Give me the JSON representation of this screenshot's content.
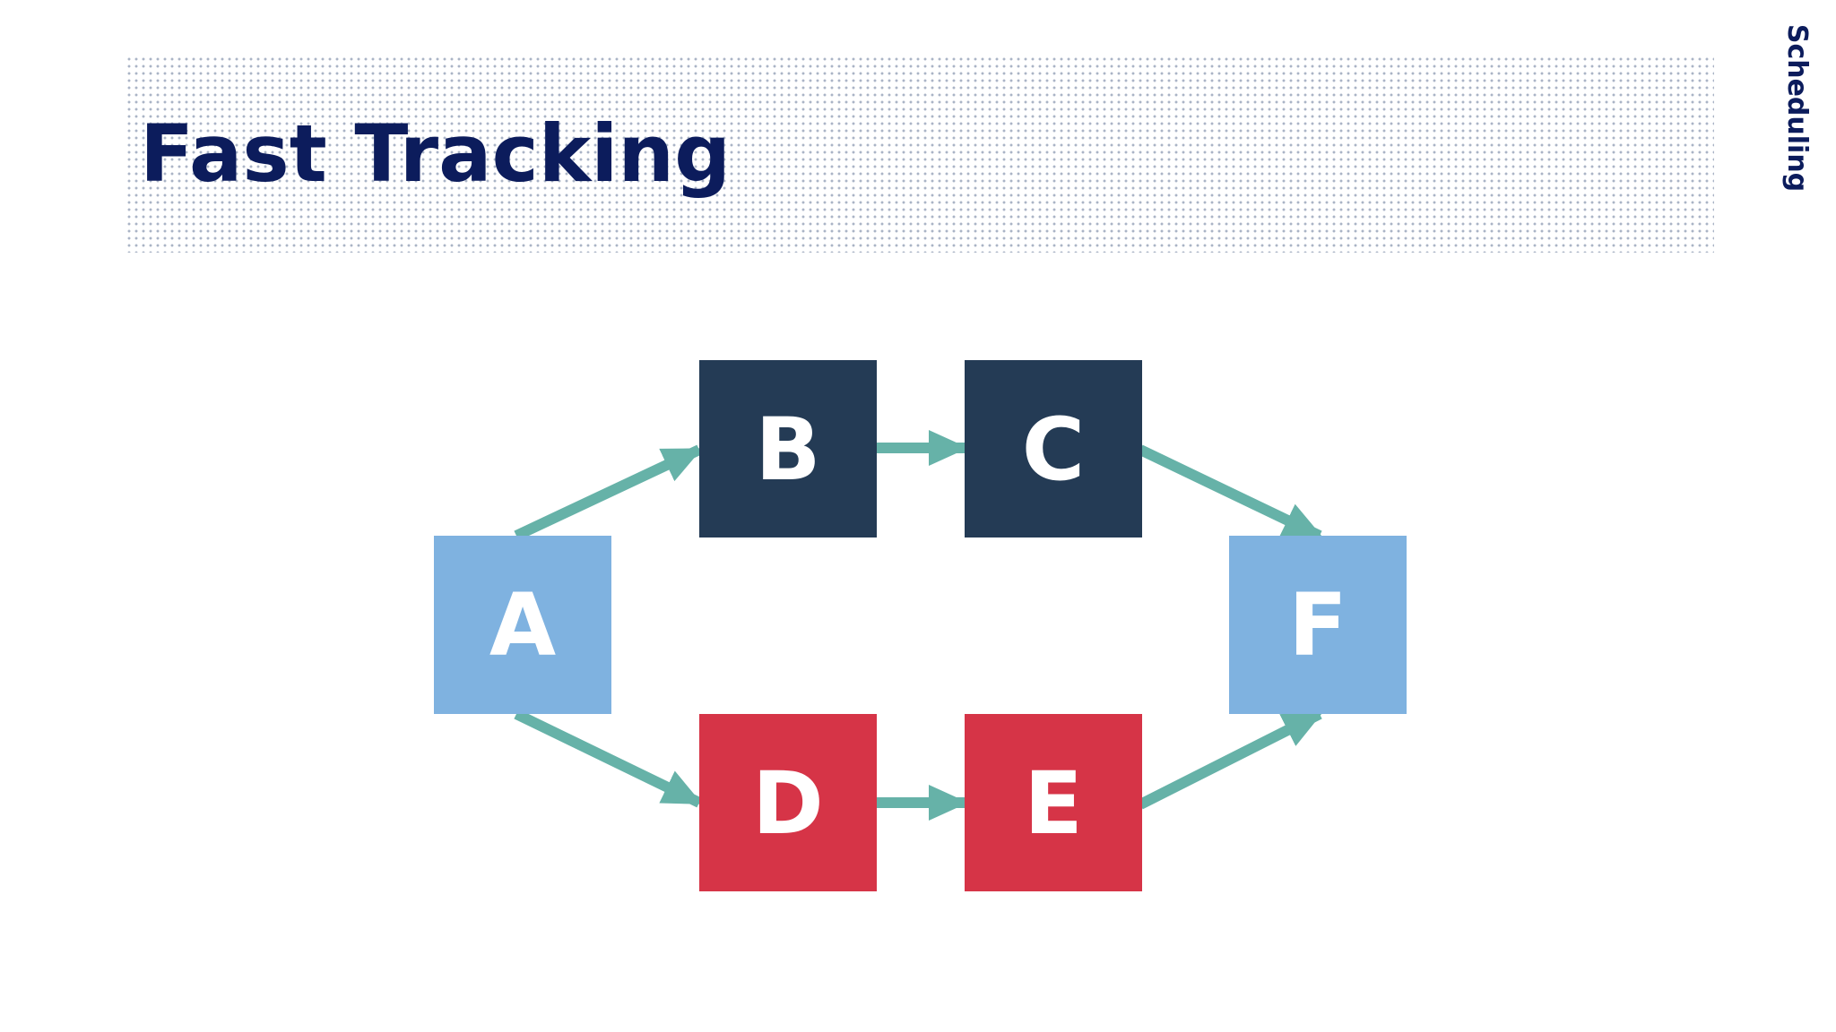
{
  "header": {
    "title": "Fast Tracking",
    "section": "Scheduling"
  },
  "diagram": {
    "nodes": [
      {
        "id": "A",
        "label": "A",
        "color": "#7fb2e0"
      },
      {
        "id": "B",
        "label": "B",
        "color": "#243b55"
      },
      {
        "id": "C",
        "label": "C",
        "color": "#243b55"
      },
      {
        "id": "D",
        "label": "D",
        "color": "#d63447"
      },
      {
        "id": "E",
        "label": "E",
        "color": "#d63447"
      },
      {
        "id": "F",
        "label": "F",
        "color": "#7fb2e0"
      }
    ],
    "edges": [
      {
        "from": "A",
        "to": "B"
      },
      {
        "from": "B",
        "to": "C"
      },
      {
        "from": "C",
        "to": "F"
      },
      {
        "from": "A",
        "to": "D"
      },
      {
        "from": "D",
        "to": "E"
      },
      {
        "from": "E",
        "to": "F"
      }
    ],
    "arrow_color": "#66b2a8"
  }
}
